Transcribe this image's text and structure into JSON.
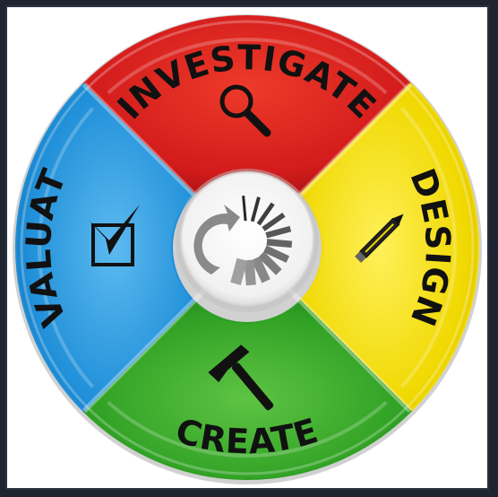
{
  "diagram": {
    "segments": [
      {
        "id": "investigate",
        "label": "INVESTIGATE",
        "icon": "magnifier-icon",
        "color": "#d81f1f"
      },
      {
        "id": "design",
        "label": "DESIGN",
        "icon": "pencil-icon",
        "color": "#f2dc00"
      },
      {
        "id": "create",
        "label": "CREATE",
        "icon": "hammer-icon",
        "color": "#2fa024"
      },
      {
        "id": "evaluate",
        "label": "EVALUATE",
        "icon": "checkbox-icon",
        "color": "#1f8fd8"
      }
    ],
    "center_icon": "cycle-arrow-icon"
  }
}
